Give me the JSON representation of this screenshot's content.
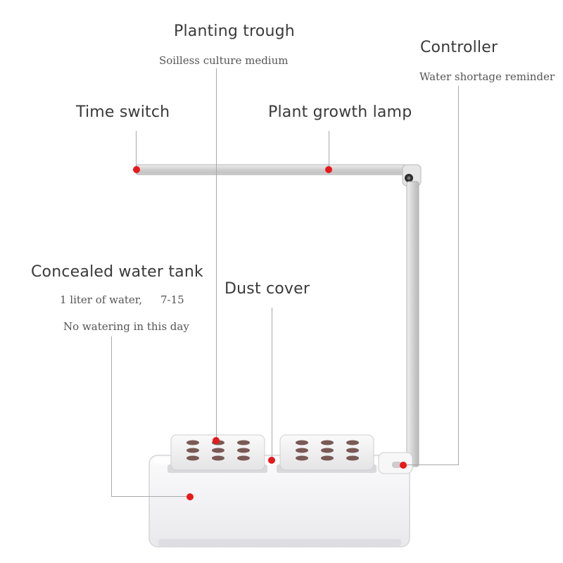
{
  "labels": {
    "planting_trough": {
      "title": "Planting trough",
      "subtitle": "Soilless culture medium"
    },
    "controller": {
      "title": "Controller",
      "subtitle": "Water shortage reminder"
    },
    "time_switch": {
      "title": "Time switch"
    },
    "plant_growth_lamp": {
      "title": "Plant growth lamp"
    },
    "concealed_water_tank": {
      "title": "Concealed water tank",
      "subtitle_1": "1 liter of water,",
      "subtitle_1b": "7-15",
      "subtitle_2": "No watering in this day"
    },
    "dust_cover": {
      "title": "Dust cover"
    }
  },
  "colors": {
    "marker": "#e8191d",
    "leader_line": "#a9a9a9",
    "device_body": "#f4f4f6",
    "lamp_arm": "#dcdcdc"
  }
}
